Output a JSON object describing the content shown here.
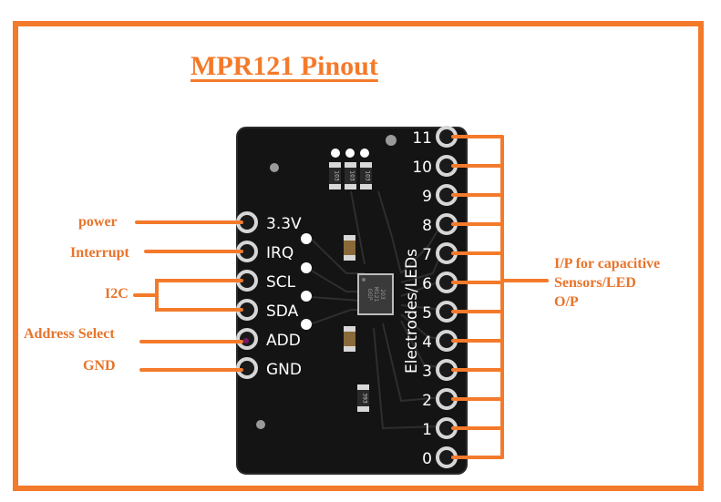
{
  "title": "MPR121 Pinout",
  "left_labels": {
    "power": "power",
    "interrupt": "Interrupt",
    "i2c": "I2C",
    "address_select": "Address Select",
    "gnd": "GND"
  },
  "right_label": "I/P for capacitive\nSensors/LED\nO/P",
  "board": {
    "left_pins": [
      "3.3V",
      "IRQ",
      "SCL",
      "SDA",
      "ADD",
      "GND"
    ],
    "right_pins": [
      "11",
      "10",
      "9",
      "8",
      "7",
      "6",
      "5",
      "4",
      "3",
      "2",
      "1",
      "0"
    ],
    "side_text": "Electrodes/LEDs",
    "chip_text": [
      "203",
      "M121",
      "GGP"
    ],
    "resistor_marks": [
      "103",
      "103",
      "103",
      "393"
    ]
  },
  "colors": {
    "accent": "#f47a2b",
    "board": "#141414"
  }
}
